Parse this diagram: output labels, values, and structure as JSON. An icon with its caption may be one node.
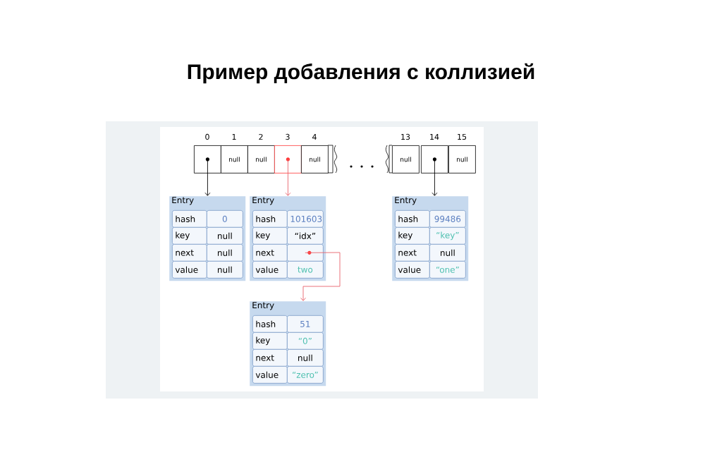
{
  "diagram": {
    "title": "Пример добавления с коллизией",
    "nodes": [
      {
        "text": [],
        "shape": "box",
        "beside": [
          "0"
        ]
      },
      {
        "text": [
          "null"
        ],
        "beside": [
          "1"
        ]
      },
      {
        "text": [
          "null"
        ],
        "beside": [
          "2"
        ]
      },
      {
        "text": [],
        "shape": "box",
        "beside": [
          "3"
        ]
      },
      {
        "text": [
          "null"
        ],
        "beside": [
          "4"
        ]
      },
      {
        "text": [
          "null"
        ],
        "beside": [
          "13"
        ]
      },
      {
        "text": [],
        "shape": "box",
        "beside": [
          "14"
        ]
      },
      {
        "text": [
          "null"
        ],
        "beside": [
          "15"
        ]
      },
      {
        "text": [
          "Entry"
        ]
      },
      {
        "text": [
          "hash"
        ],
        "in": 8
      },
      {
        "text": [
          "0"
        ],
        "in": 8
      },
      {
        "text": [
          "key"
        ],
        "in": 8
      },
      {
        "text": [
          "null"
        ],
        "in": 8
      },
      {
        "text": [
          "next"
        ],
        "in": 8
      },
      {
        "text": [
          "null"
        ],
        "in": 8
      },
      {
        "text": [
          "value"
        ],
        "in": 8
      },
      {
        "text": [
          "null"
        ],
        "in": 8
      },
      {
        "text": [
          "Entry"
        ]
      },
      {
        "text": [
          "hash"
        ],
        "in": 17
      },
      {
        "text": [
          "101603"
        ],
        "in": 17
      },
      {
        "text": [
          "key"
        ],
        "in": 17
      },
      {
        "text": [
          "“idx”"
        ],
        "in": 17
      },
      {
        "text": [
          "next"
        ],
        "in": 17
      },
      {
        "text": [],
        "shape": "box",
        "in": 17
      },
      {
        "text": [
          "value"
        ],
        "in": 17
      },
      {
        "text": [
          "two"
        ],
        "in": 17
      },
      {
        "text": [
          "Entry"
        ]
      },
      {
        "text": [
          "hash"
        ],
        "in": 26
      },
      {
        "text": [
          "99486"
        ],
        "in": 26
      },
      {
        "text": [
          "key"
        ],
        "in": 26
      },
      {
        "text": [
          "“key”"
        ],
        "in": 26
      },
      {
        "text": [
          "next"
        ],
        "in": 26
      },
      {
        "text": [
          "null"
        ],
        "in": 26
      },
      {
        "text": [
          "value"
        ],
        "in": 26
      },
      {
        "text": [
          "“one”"
        ],
        "in": 26
      },
      {
        "text": [
          "Entry"
        ]
      },
      {
        "text": [
          "hash"
        ],
        "in": 35
      },
      {
        "text": [
          "51"
        ],
        "in": 35
      },
      {
        "text": [
          "key"
        ],
        "in": 35
      },
      {
        "text": [
          "“0”"
        ],
        "in": 35
      },
      {
        "text": [
          "next"
        ],
        "in": 35
      },
      {
        "text": [
          "null"
        ],
        "in": 35
      },
      {
        "text": [
          "value"
        ],
        "in": 35
      },
      {
        "text": [
          "“zero”"
        ],
        "in": 35
      }
    ],
    "edges": [
      {
        "from": 0,
        "to": 8,
        "arrow": "to"
      },
      {
        "from": 3,
        "to": 17,
        "arrow": "to",
        "color": "#e8636b"
      },
      {
        "from": 6,
        "to": 26,
        "arrow": "to"
      },
      {
        "from": 23,
        "to": 35,
        "arrow": "to",
        "color": "#e8636b"
      }
    ]
  }
}
